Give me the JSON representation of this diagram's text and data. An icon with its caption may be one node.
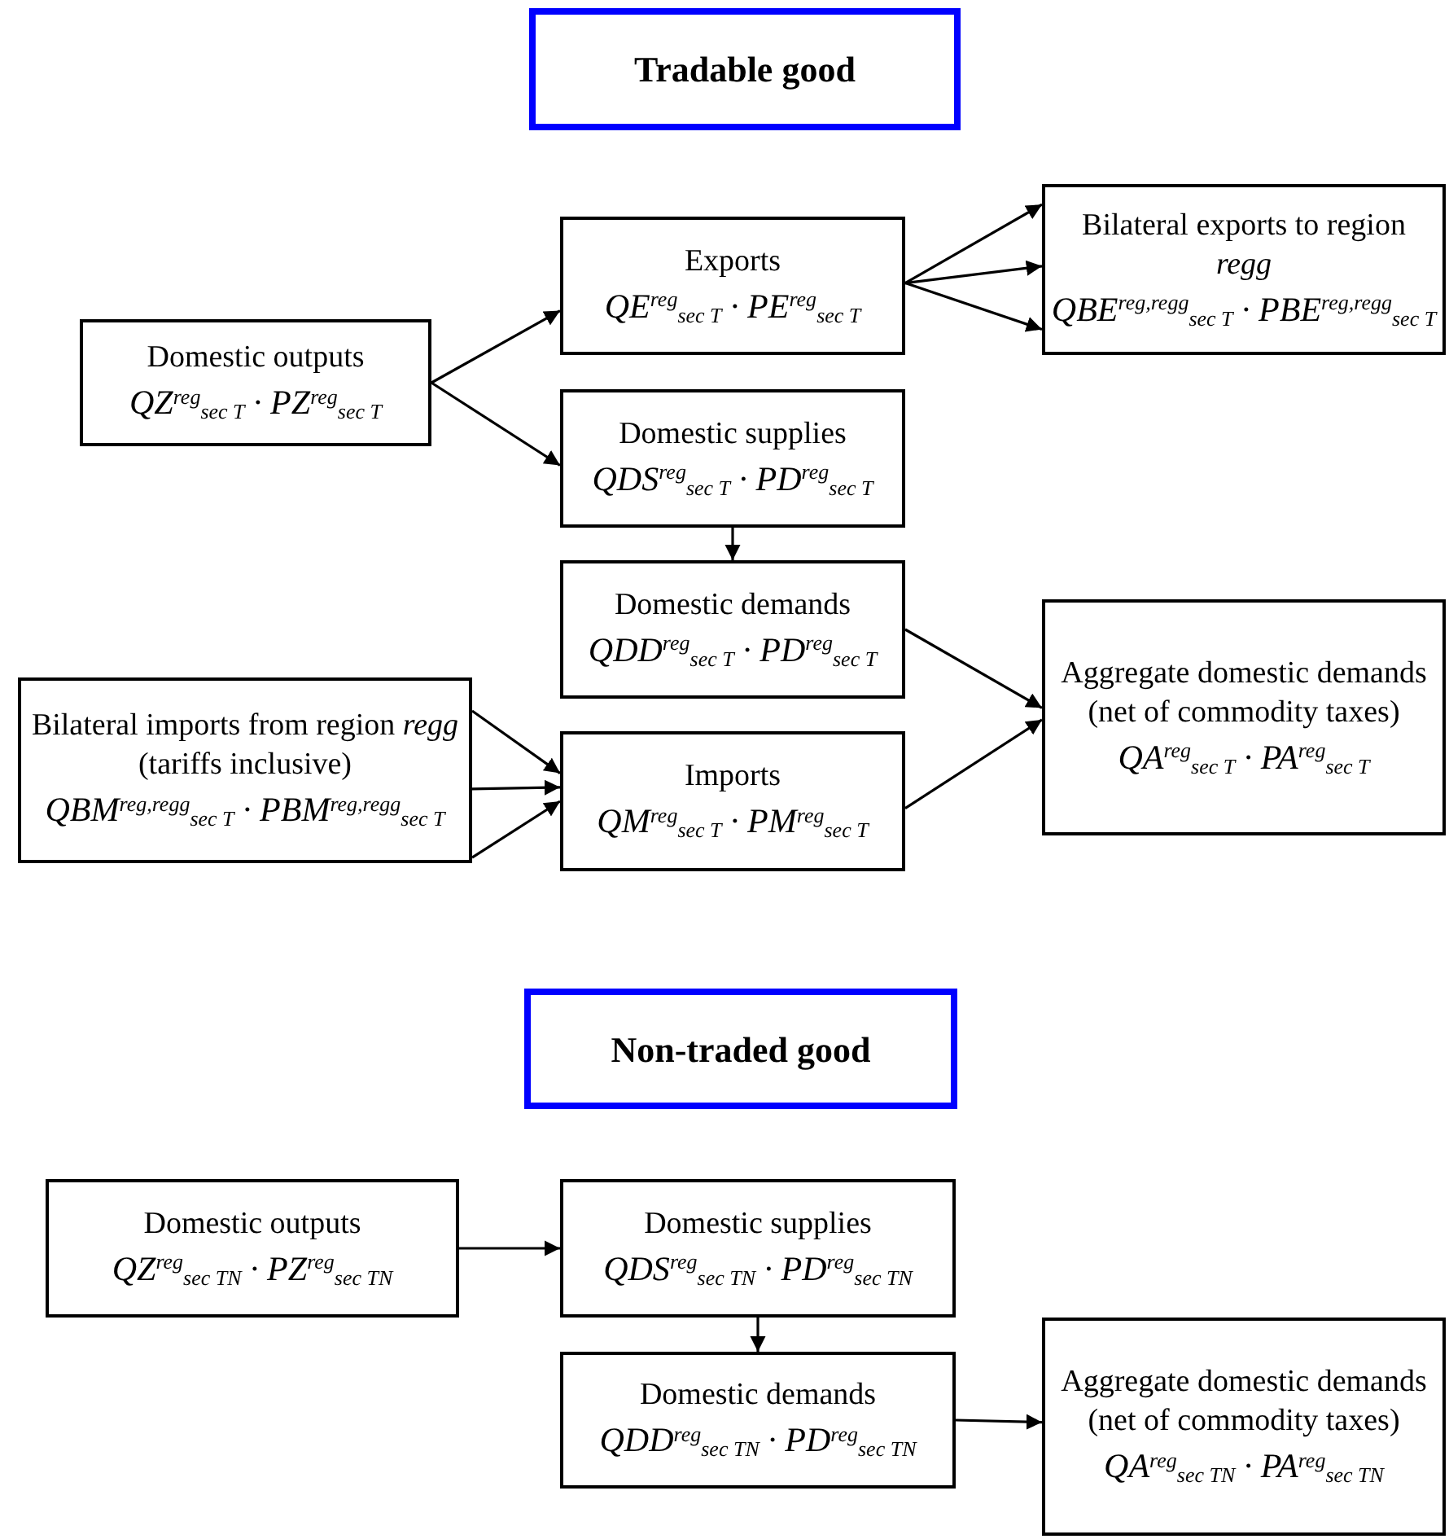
{
  "diagram": {
    "nodes": [
      {
        "text": [
          "Tradable good"
        ]
      },
      {
        "text": [
          "Domestic outputs",
          "QZ$^{reg}$$_{sec T}$ · PZ$^{reg}$$_{sec T}$"
        ]
      },
      {
        "text": [
          "Exports",
          "QE$^{reg}$$_{sec T}$ · PE$^{reg}$$_{sec T}$"
        ]
      },
      {
        "text": [
          "Bilateral exports to region *regg*",
          "QBE$^{reg,regg}$$_{sec T}$ · PBE$^{reg,regg}$$_{sec T}$"
        ]
      },
      {
        "text": [
          "Domestic supplies",
          "QDS$^{reg}$$_{sec T}$ · PD$^{reg}$$_{sec T}$"
        ]
      },
      {
        "text": [
          "Domestic demands",
          "QDD$^{reg}$$_{sec T}$ · PD$^{reg}$$_{sec T}$"
        ]
      },
      {
        "text": [
          "Bilateral imports from region *regg* (tariffs inclusive)",
          "QBM$^{reg,regg}$$_{sec T}$ · PBM$^{reg,regg}$$_{sec T}$"
        ]
      },
      {
        "text": [
          "Imports",
          "QM$^{reg}$$_{sec T}$ · PM$^{reg}$$_{sec T}$"
        ]
      },
      {
        "text": [
          "Aggregate domestic demands (net of commodity taxes)",
          "QA$^{reg}$$_{sec T}$ · PA$^{reg}$$_{sec T}$"
        ]
      },
      {
        "text": [
          "Non-traded good"
        ]
      },
      {
        "text": [
          "Domestic outputs",
          "QZ$^{reg}$$_{sec TN}$ · PZ$^{reg}$$_{sec TN}$"
        ]
      },
      {
        "text": [
          "Domestic supplies",
          "QDS$^{reg}$$_{sec TN}$ · PD$^{reg}$$_{sec TN}$"
        ]
      },
      {
        "text": [
          "Domestic demands",
          "QDD$^{reg}$$_{sec TN}$ · PD$^{reg}$$_{sec TN}$"
        ]
      },
      {
        "text": [
          "Aggregate domestic demands (net of commodity taxes)",
          "QA$^{reg}$$_{sec TN}$ · PA$^{reg}$$_{sec TN}$"
        ]
      }
    ],
    "edges": [
      {
        "from": 1,
        "to": 2,
        "arrow": "to"
      },
      {
        "from": 1,
        "to": 4,
        "arrow": "to"
      },
      {
        "from": 2,
        "to": 3,
        "arrow": "to"
      },
      {
        "from": 2,
        "to": 3,
        "arrow": "to"
      },
      {
        "from": 2,
        "to": 3,
        "arrow": "to"
      },
      {
        "from": 4,
        "to": 5,
        "arrow": "to"
      },
      {
        "from": 6,
        "to": 7,
        "arrow": "to"
      },
      {
        "from": 6,
        "to": 7,
        "arrow": "to"
      },
      {
        "from": 6,
        "to": 7,
        "arrow": "to"
      },
      {
        "from": 5,
        "to": 8,
        "arrow": "to"
      },
      {
        "from": 7,
        "to": 8,
        "arrow": "to"
      },
      {
        "from": 10,
        "to": 11,
        "arrow": "to"
      },
      {
        "from": 11,
        "to": 12,
        "arrow": "to"
      },
      {
        "from": 12,
        "to": 13,
        "arrow": "to"
      }
    ]
  }
}
